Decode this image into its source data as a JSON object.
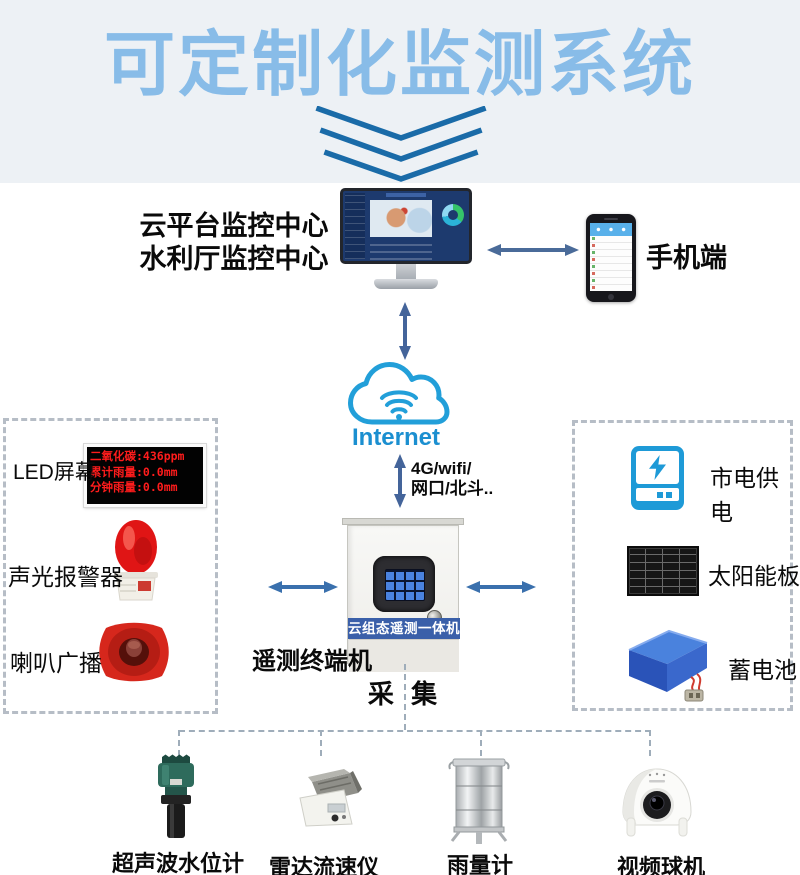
{
  "title": "可定制化监测系统",
  "control_center": {
    "line1": "云平台监控中心",
    "line2": "水利厅监控中心"
  },
  "mobile": {
    "label": "手机端"
  },
  "internet": {
    "label": "Internet"
  },
  "uplink": {
    "line1": "4G/wifi/",
    "line2": "网口/北斗.."
  },
  "rtu": {
    "banner": "云组态遥测一体机",
    "label": "遥测终端机",
    "collect": "采 集"
  },
  "output_panel": {
    "led_label": "LED屏幕",
    "led_lines": [
      "二氧化碳:436ppm",
      "累计雨量:0.0mm",
      "分钟雨量:0.0mm"
    ],
    "alarm_label": "声光报警器",
    "speaker_label": "喇叭广播"
  },
  "power_panel": {
    "mains_label": "市电供电",
    "solar_label": "太阳能板",
    "battery_label": "蓄电池"
  },
  "sensors": [
    {
      "label": "超声波水位计"
    },
    {
      "label": "雷达流速仪"
    },
    {
      "label": "雨量计"
    },
    {
      "label": "视频球机"
    }
  ],
  "colors": {
    "title_blue": "#88bce8",
    "chevron_blue": "#1a6ba8",
    "arrow_slate": "#4a6b99",
    "arrow_blue": "#3a70ad",
    "internet_blue": "#1b8fd0",
    "banner_blue": "#3a5fa9",
    "led_red": "#ff1c1c",
    "device_blue": "#1e9ad7",
    "top_band": "#edf1f5"
  }
}
